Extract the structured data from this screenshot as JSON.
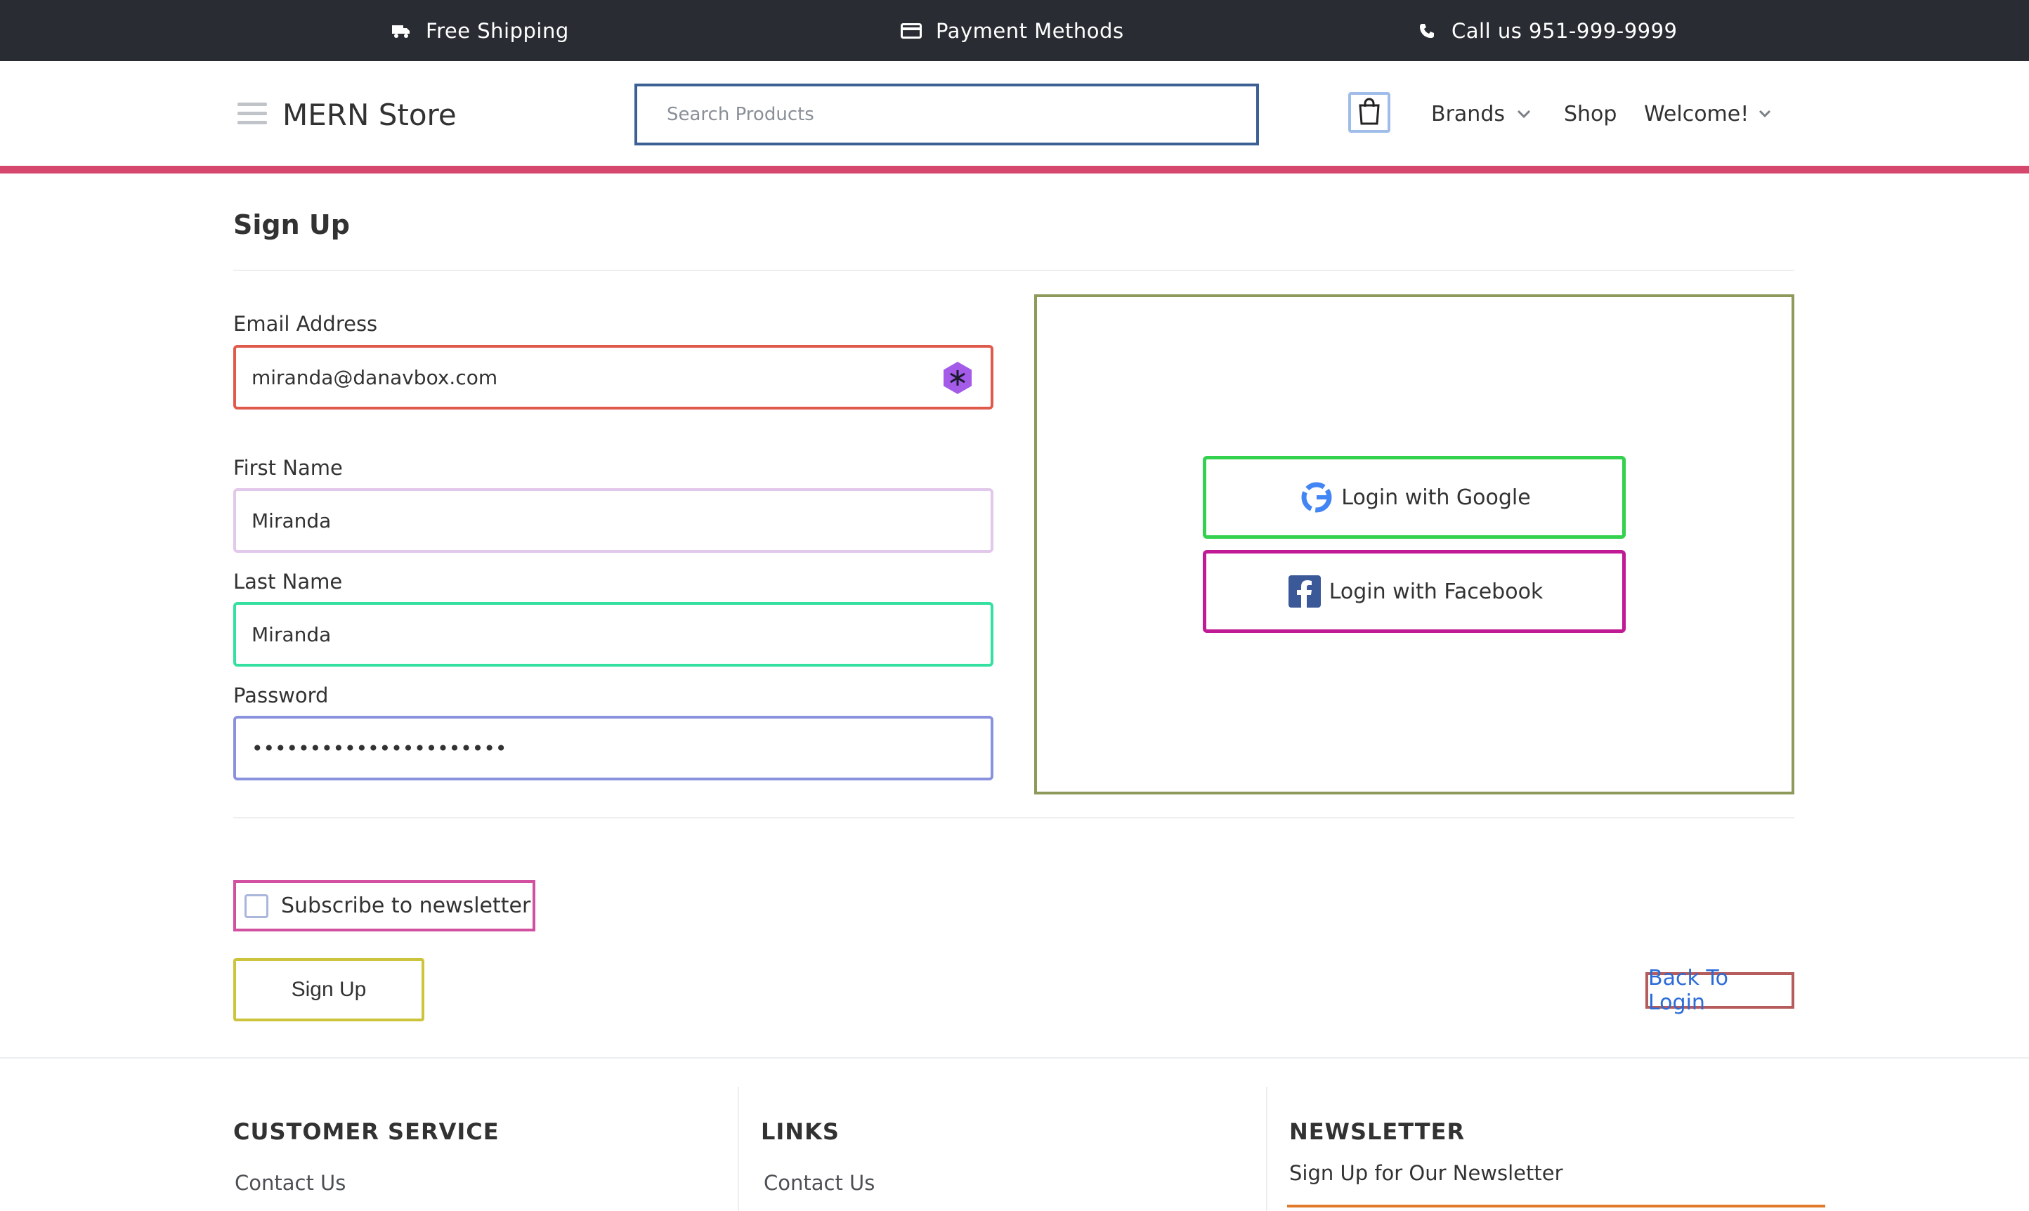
{
  "topbar": {
    "shipping": "Free Shipping",
    "payment": "Payment Methods",
    "call": "Call us 951-999-9999"
  },
  "header": {
    "logo": "MERN Store",
    "search_placeholder": "Search Products",
    "nav": {
      "brands": "Brands",
      "shop": "Shop",
      "welcome": "Welcome!"
    }
  },
  "signup": {
    "title": "Sign Up",
    "email_label": "Email Address",
    "email_value": "miranda@danavbox.com",
    "first_name_label": "First Name",
    "first_name_value": "Miranda",
    "last_name_label": "Last Name",
    "last_name_value": "Miranda",
    "password_label": "Password",
    "password_value": "••••••••••••••••••••••",
    "google_label": "Login with Google",
    "facebook_label": "Login with Facebook",
    "newsletter_label": "Subscribe to newsletter",
    "signup_button": "Sign Up",
    "back_to_login": "Back To Login"
  },
  "footer": {
    "customer_service": {
      "heading": "CUSTOMER SERVICE",
      "link": "Contact Us"
    },
    "links": {
      "heading": "LINKS",
      "link": "Contact Us"
    },
    "newsletter": {
      "heading": "NEWSLETTER",
      "text": "Sign Up for Our Newsletter"
    }
  },
  "colors": {
    "topbar_bg": "#292d33",
    "accent": "#d6476d",
    "link": "#2a6bd8",
    "facebook": "#3b5998"
  }
}
